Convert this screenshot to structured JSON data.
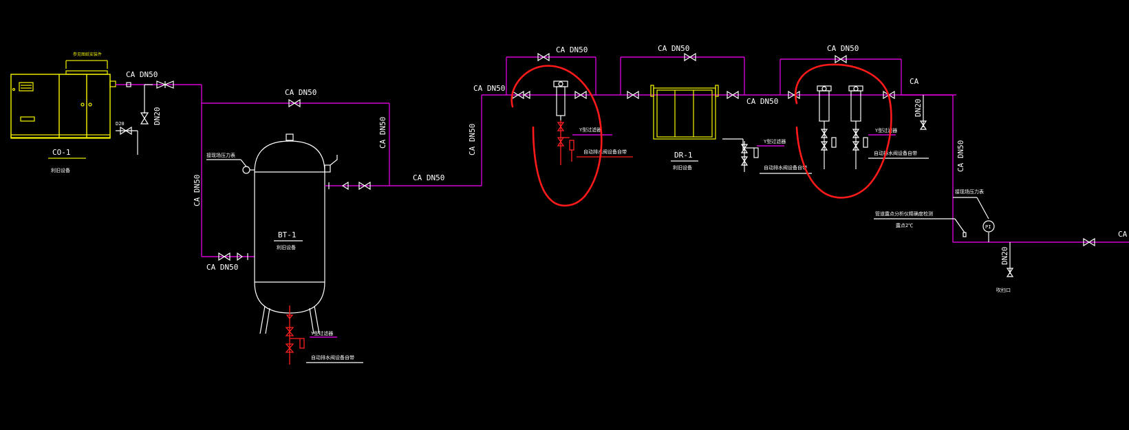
{
  "diagram": {
    "pipe_labels": [
      "CA DN50",
      "CA DN50",
      "CA DN50",
      "CA DN50",
      "CA DN50",
      "CA DN50",
      "CA DN50",
      "CA DN50",
      "CA DN50",
      "CA DN50",
      "CA DN50",
      "CA DN50",
      "CA"
    ],
    "branch_labels": {
      "dn20_compressor": "DN20",
      "d20_compressor": "D20",
      "dn20_after_filters": "DN20",
      "dn20_blow": "DN20"
    },
    "compressor": {
      "tag": "CO-1",
      "desc": "利旧设备",
      "top_note": "参见图纸安装件"
    },
    "tank": {
      "tag": "BT-1",
      "desc": "利旧设备",
      "gauge_note": "接现场压力表"
    },
    "dryer": {
      "tag": "DR-1",
      "desc": "利旧设备"
    },
    "filter1": {
      "strainer": "Y型过滤器",
      "drain": "自动排水阀设备自带"
    },
    "dryer_drain": {
      "strainer": "Y型过滤器",
      "drain": "自动排水阀设备自带"
    },
    "filter2": {
      "strainer": "Y型过滤器",
      "drain": "自动排水阀设备自带"
    },
    "tank_drain": {
      "strainer": "Y型过滤器",
      "drain": "自动排水阀设备自带"
    },
    "outlet": {
      "gauge_note": "接现场压力表",
      "pi": "PI",
      "dewpoint_note": "管道露点分析仪精确度检测",
      "dewpoint_value": "露点2℃",
      "blow": "吹扫口"
    },
    "colors": {
      "pipe": "#d400d4",
      "equipment": "#ffffff",
      "yellow": "#e8e800",
      "red": "#ff2020",
      "markup": "#ff1a1a",
      "background": "#000000"
    }
  }
}
